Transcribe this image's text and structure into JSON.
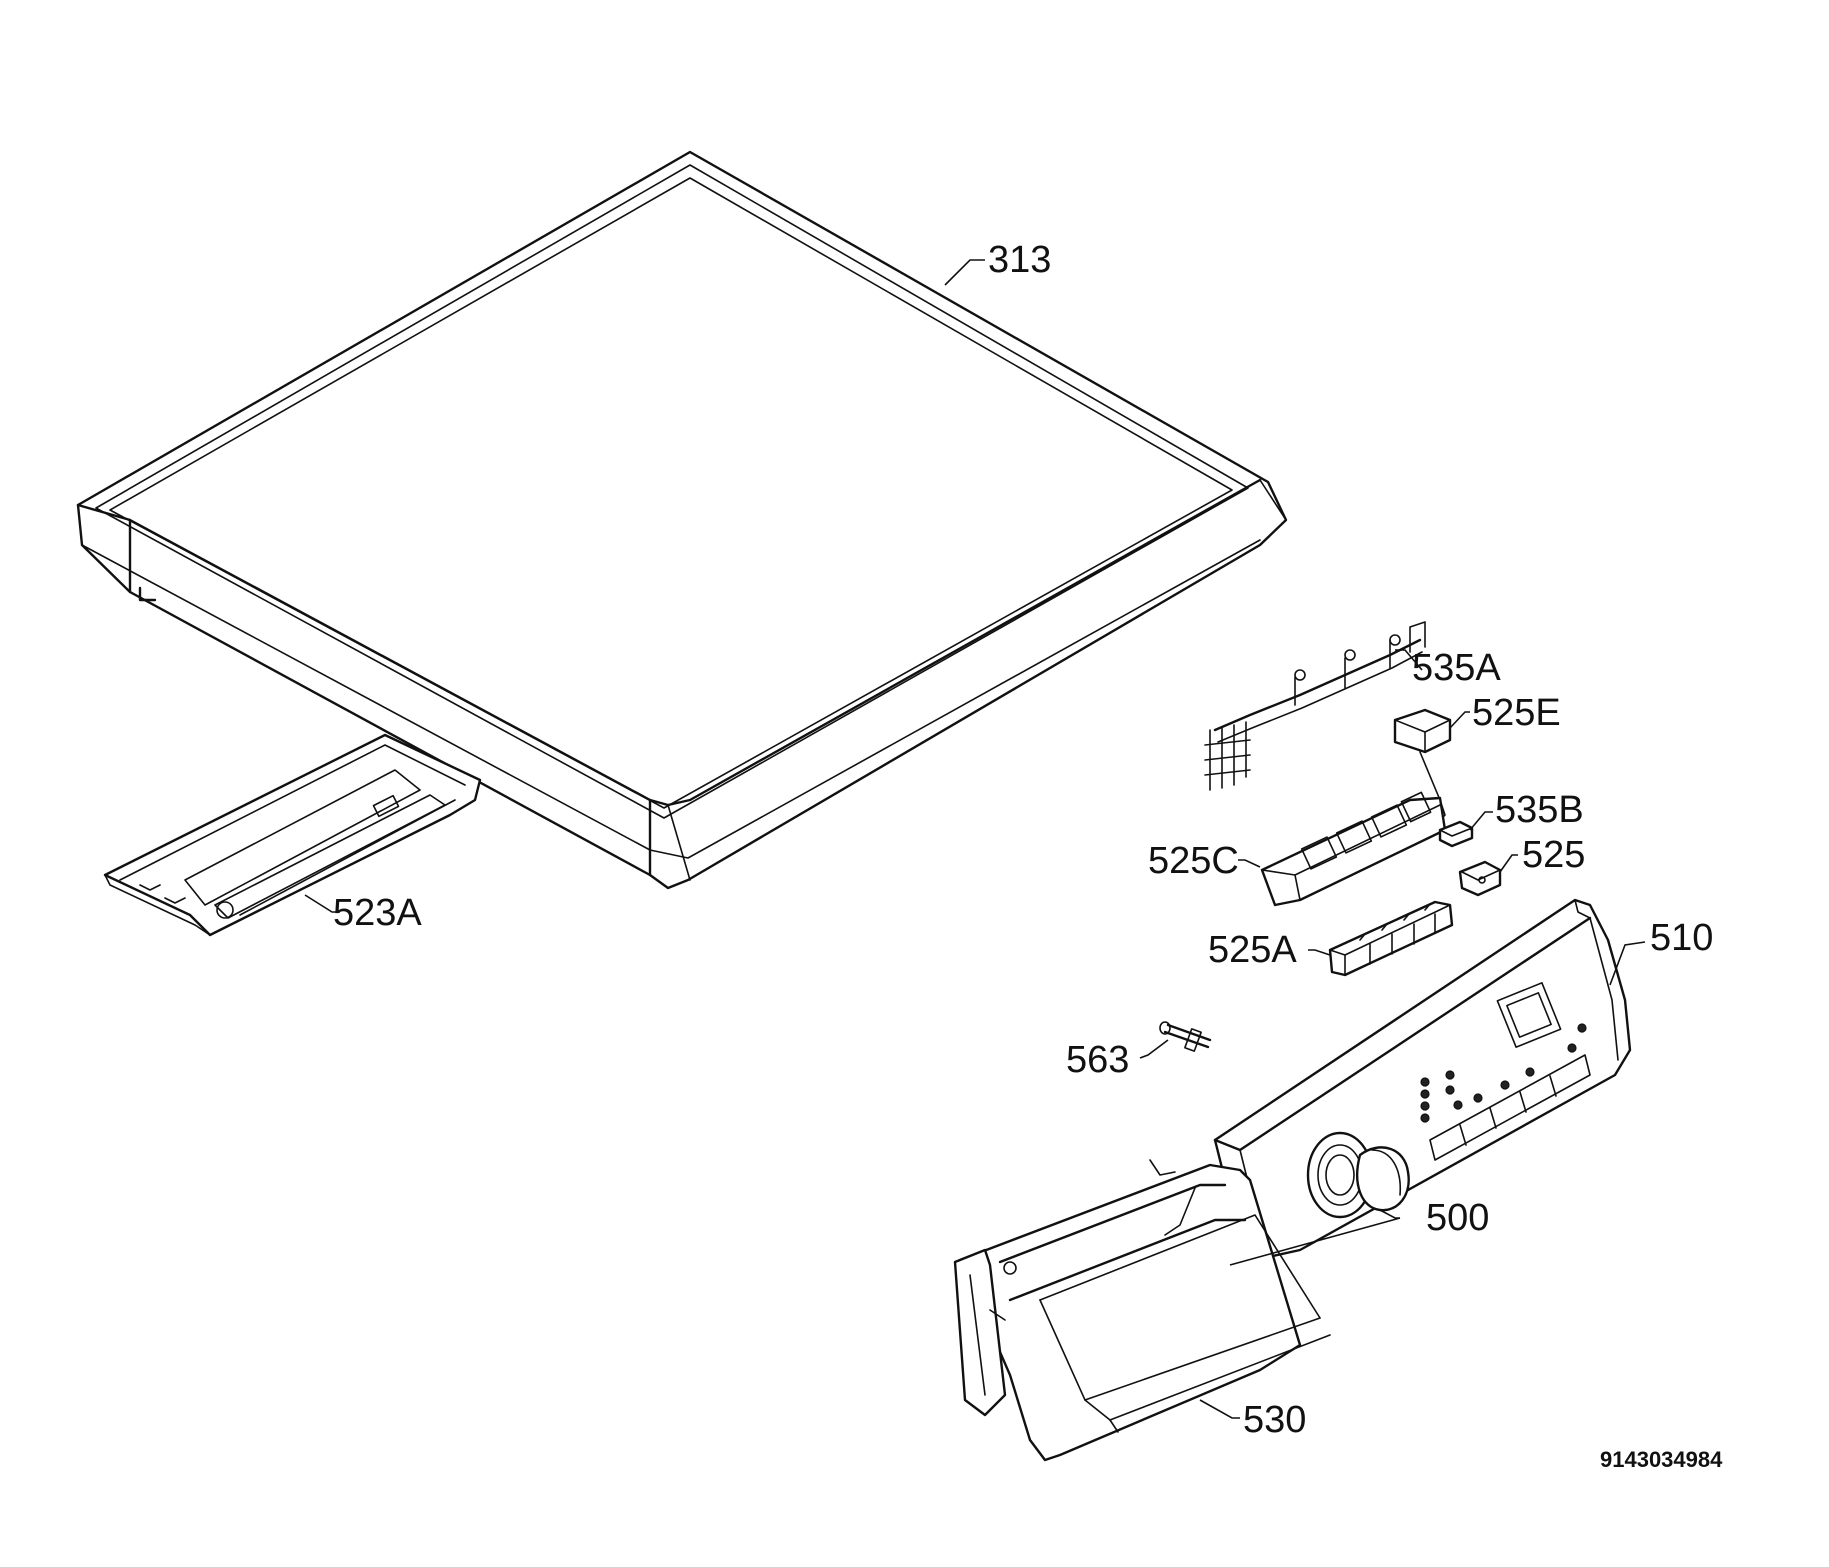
{
  "labels": {
    "p313": "313",
    "p535A": "535A",
    "p525E": "525E",
    "p535B": "535B",
    "p525C": "525C",
    "p525": "525",
    "p523A": "523A",
    "p510": "510",
    "p525A": "525A",
    "p563": "563",
    "p500": "500",
    "p530": "530"
  },
  "document_number": "9143034984"
}
